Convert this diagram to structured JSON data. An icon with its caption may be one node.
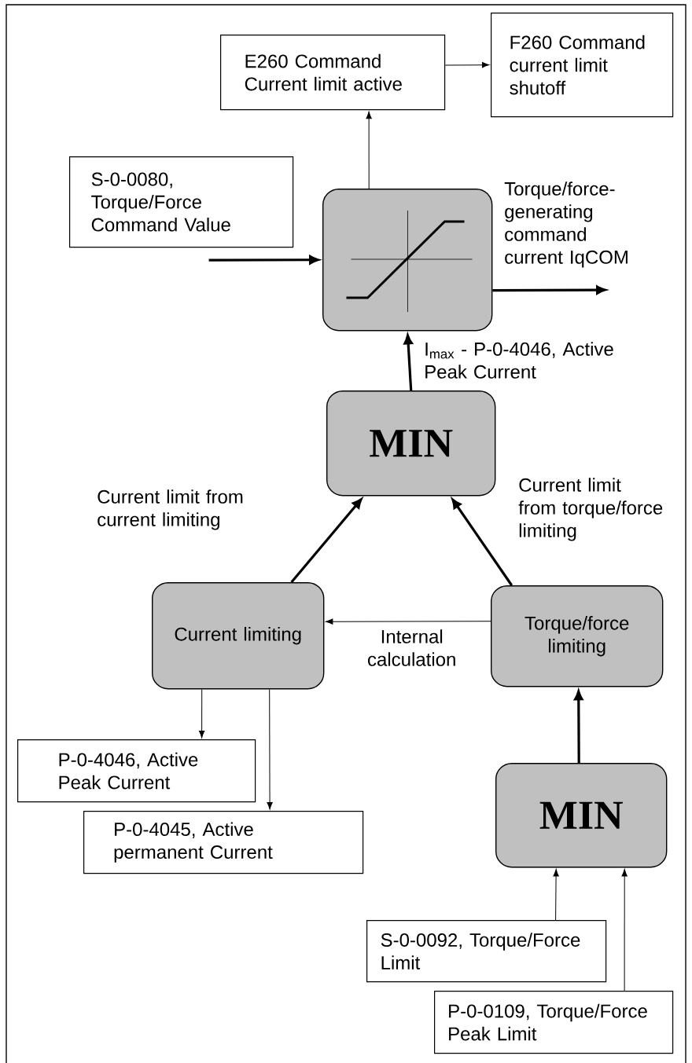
{
  "diagram": {
    "nodes": [
      {
        "text": [
          "E260 Command Current limit active"
        ]
      },
      {
        "text": [
          "F260 Command current limit shutoff"
        ]
      },
      {
        "text": [
          "S-0-0080, Torque/Force Command Value"
        ]
      },
      {
        "text": [],
        "shape": "box"
      },
      {
        "text": [
          "MIN"
        ]
      },
      {
        "text": [
          "Current limiting"
        ]
      },
      {
        "text": [
          "Torque/force limiting"
        ]
      },
      {
        "text": [
          "P-0-4046, Active Peak Current"
        ]
      },
      {
        "text": [
          "P-0-4045, Active permanent Current"
        ]
      },
      {
        "text": [
          "MIN"
        ]
      },
      {
        "text": [
          "S-0-0092, Torque/Force Limit"
        ]
      },
      {
        "text": [
          "P-0-0109, Torque/Force Peak Limit"
        ]
      }
    ],
    "edges": [
      {
        "from": 3,
        "to": 0,
        "arrow": "to"
      },
      {
        "from": 0,
        "to": 1,
        "arrow": "to"
      },
      {
        "from": 2,
        "to": 3,
        "arrow": "to",
        "style": "thick"
      },
      {
        "from": 3,
        "to": null,
        "arrow": "to",
        "style": "thick",
        "label": "Torque/force-generating command current IqCOM"
      },
      {
        "from": 4,
        "to": 3,
        "arrow": "to",
        "style": "thick",
        "label": "I$_{max}$ - P-0-4046, Active Peak Current"
      },
      {
        "from": 5,
        "to": 4,
        "arrow": "to",
        "style": "thick",
        "label": "Current limit from current limiting"
      },
      {
        "from": 6,
        "to": 4,
        "arrow": "to",
        "style": "thick",
        "label": "Current limit from torque/force limiting"
      },
      {
        "from": 6,
        "to": 5,
        "arrow": "to",
        "label": "Internal calculation"
      },
      {
        "from": 5,
        "to": 7,
        "arrow": "to"
      },
      {
        "from": 5,
        "to": 8,
        "arrow": "to"
      },
      {
        "from": 9,
        "to": 6,
        "arrow": "to",
        "style": "thick"
      },
      {
        "from": 10,
        "to": 9,
        "arrow": "to"
      },
      {
        "from": 11,
        "to": 9,
        "arrow": "to"
      }
    ]
  }
}
